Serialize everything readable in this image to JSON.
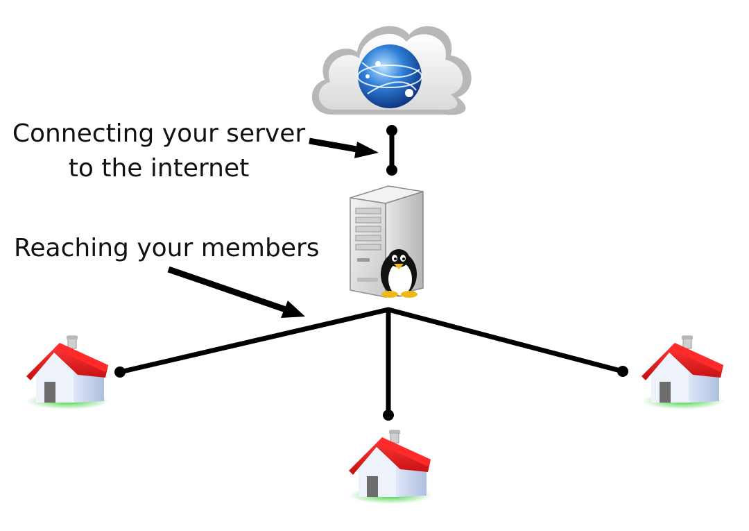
{
  "labels": {
    "connect_line1": "Connecting your server",
    "connect_line2": "to the internet",
    "reach": "Reaching your members"
  },
  "icons": {
    "cloud": "cloud-with-globe-icon",
    "server": "server-tower-icon",
    "penguin": "linux-penguin-icon",
    "house": "house-icon"
  },
  "colors": {
    "line": "#000000",
    "roof": "#e41b1b",
    "wall": "#c9d6ee",
    "grass": "#3fcf3f",
    "globe": "#1f5fbf"
  }
}
